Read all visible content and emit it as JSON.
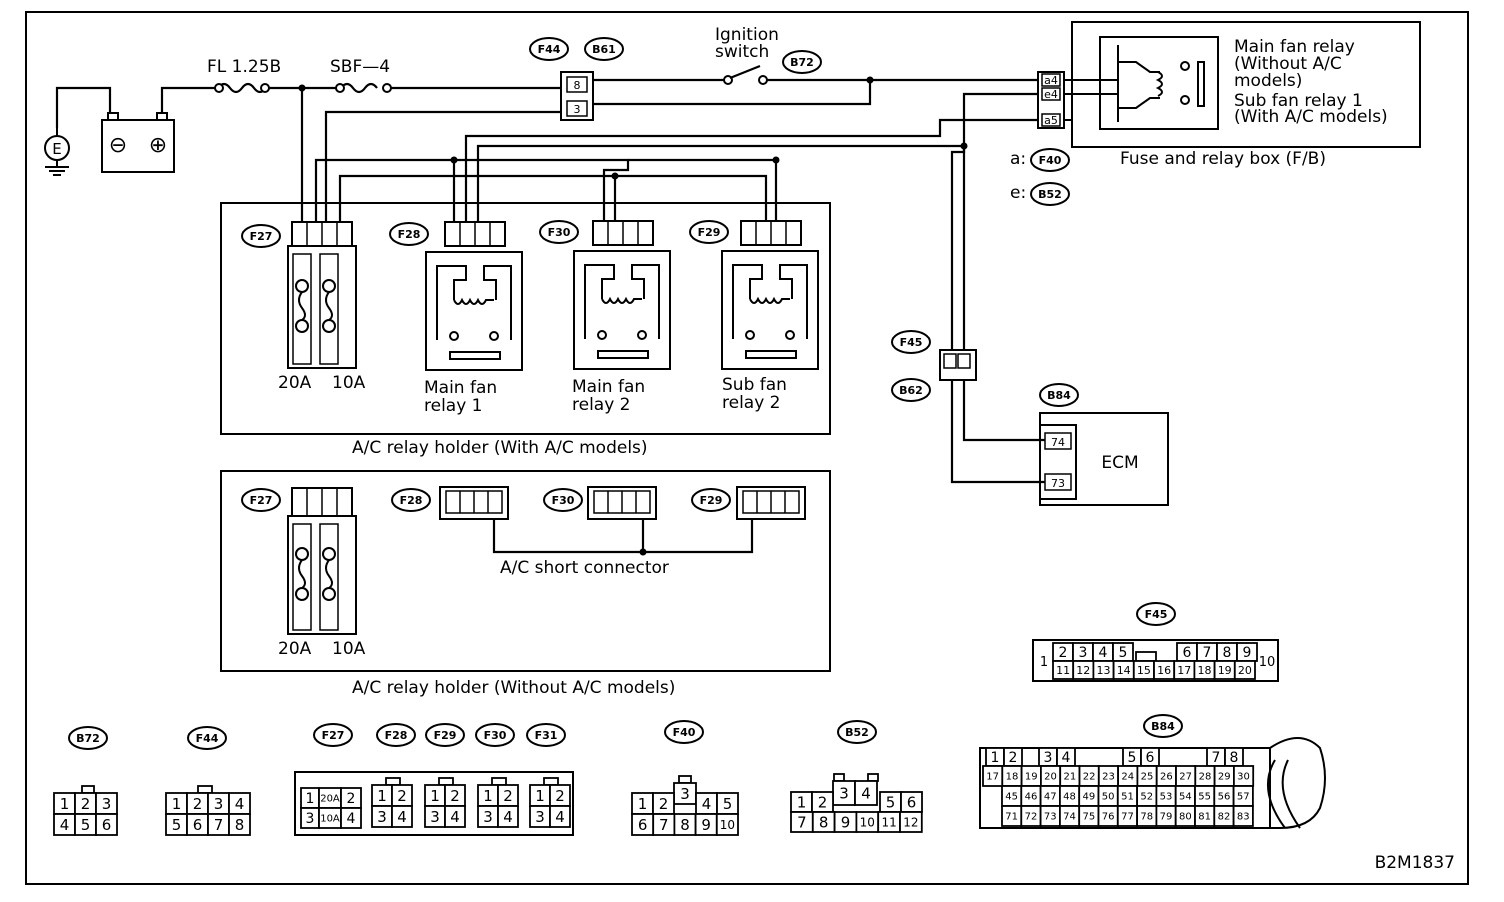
{
  "labels": {
    "fl": "FL 1.25B",
    "sbf": "SBF—4",
    "ign1": "Ignition",
    "ign2": "switch",
    "main_fan_relay_box": [
      "Main fan relay",
      "(Without A/C",
      "models)",
      "Sub fan relay 1",
      "(With A/C models)"
    ],
    "fuse_relay_box": "Fuse and relay box (F/B)",
    "conn_a": "a:",
    "conn_e": "e:",
    "fuse_20a": "20A",
    "fuse_10a": "10A",
    "relay_main1": [
      "Main fan",
      "relay 1"
    ],
    "relay_main2": [
      "Main fan",
      "relay 2"
    ],
    "relay_sub2": [
      "Sub fan",
      "relay 2"
    ],
    "holder_with_ac": "A/C relay holder (With A/C models)",
    "holder_without_ac": "A/C relay holder (Without A/C models)",
    "short_connector": "A/C short connector",
    "ecm": "ECM",
    "ground_symbol": "E",
    "battery_minus": "⊖",
    "battery_plus": "⊕",
    "figure_id": "B2M1837"
  },
  "connector_tags": {
    "f44": "F44",
    "b61": "B61",
    "b72": "B72",
    "f40": "F40",
    "b52": "B52",
    "f27": "F27",
    "f28": "F28",
    "f30": "F30",
    "f29": "F29",
    "f31": "F31",
    "f45": "F45",
    "b62": "B62",
    "b84": "B84"
  },
  "pins": {
    "f44_top": "8",
    "f44_bot": "3",
    "fb_a4": "a4",
    "fb_e4": "e4",
    "fb_a5": "a5",
    "ecm_74": "74",
    "ecm_73": "73",
    "b72": [
      [
        "1",
        "2",
        "3"
      ],
      [
        "4",
        "5",
        "6"
      ]
    ],
    "f44": [
      [
        "1",
        "2",
        "3",
        "4"
      ],
      [
        "5",
        "6",
        "7",
        "8"
      ]
    ],
    "f27": [
      [
        "1",
        "20A",
        "2"
      ],
      [
        "3",
        "10A",
        "4"
      ]
    ],
    "relay4": [
      [
        "1",
        "2"
      ],
      [
        "3",
        "4"
      ]
    ],
    "f40": {
      "top": "3",
      "row1": [
        "1",
        "2",
        "4",
        "5"
      ],
      "row2": [
        "6",
        "7",
        "8",
        "9",
        "10"
      ]
    },
    "b52": {
      "top": [
        "3",
        "4"
      ],
      "row1": [
        "1",
        "2",
        "5",
        "6"
      ],
      "row2": [
        "7",
        "8",
        "9",
        "10",
        "11",
        "12"
      ]
    },
    "f45": {
      "left": "1",
      "row1": [
        "2",
        "3",
        "4",
        "5",
        "6",
        "7",
        "8",
        "9"
      ],
      "row2": [
        "11",
        "12",
        "13",
        "14",
        "15",
        "16",
        "17",
        "18",
        "19",
        "20"
      ],
      "right": "10"
    },
    "b84": {
      "row1": [
        "1",
        "2",
        "3",
        "4",
        "5",
        "6",
        "7",
        "8"
      ],
      "row2": [
        "17",
        "18",
        "19",
        "20",
        "21",
        "22",
        "23",
        "24",
        "25",
        "26",
        "27",
        "28",
        "29",
        "30"
      ],
      "row3": [
        "45",
        "46",
        "47",
        "48",
        "49",
        "50",
        "51",
        "52",
        "53",
        "54",
        "55",
        "56",
        "57"
      ],
      "row4": [
        "71",
        "72",
        "73",
        "74",
        "75",
        "76",
        "77",
        "78",
        "79",
        "80",
        "81",
        "82",
        "83"
      ]
    }
  }
}
